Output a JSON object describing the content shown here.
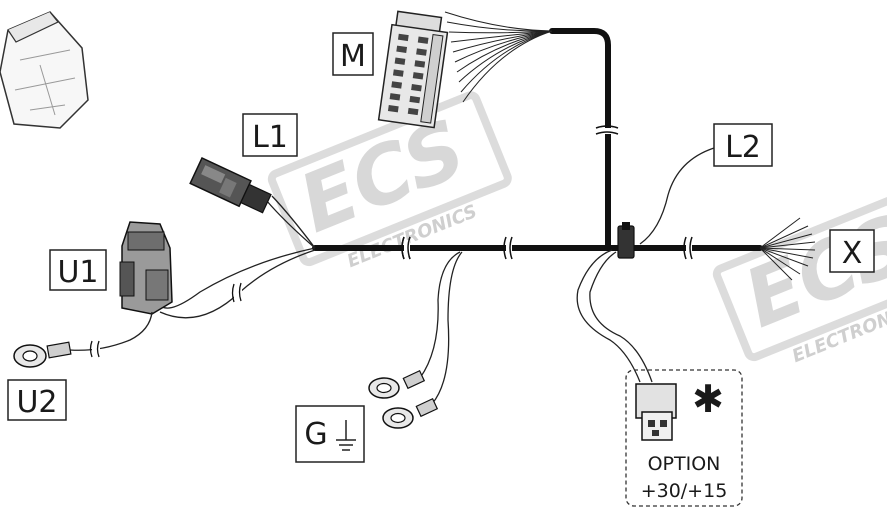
{
  "labels": {
    "M": "M",
    "L1": "L1",
    "L2": "L2",
    "U1": "U1",
    "U2": "U2",
    "X": "X",
    "G": "G"
  },
  "option": {
    "asterisk": "✱",
    "line1": "OPTION",
    "line2": "+30/+15"
  },
  "watermark": {
    "brand": "ECS",
    "sub": "ELECTRONICS"
  },
  "colors": {
    "wire": "#111111",
    "watermark": "#d8d8d8",
    "label_border": "#222222"
  }
}
